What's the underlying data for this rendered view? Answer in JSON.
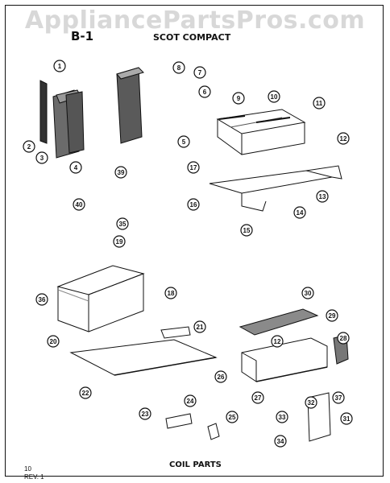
{
  "watermark": "AppliancePartsPros.com",
  "sheet_id": "B-1",
  "title": "SCOT COMPACT",
  "footer_title": "COIL PARTS",
  "page_number": "10",
  "revision": "REV. 1",
  "callouts": [
    "1",
    "2",
    "3",
    "4",
    "5",
    "6",
    "7",
    "8",
    "9",
    "10",
    "11",
    "12",
    "12",
    "13",
    "14",
    "15",
    "16",
    "17",
    "18",
    "19",
    "20",
    "21",
    "22",
    "23",
    "24",
    "25",
    "26",
    "27",
    "28",
    "29",
    "30",
    "31",
    "32",
    "33",
    "34",
    "35",
    "36",
    "37",
    "39",
    "40"
  ]
}
